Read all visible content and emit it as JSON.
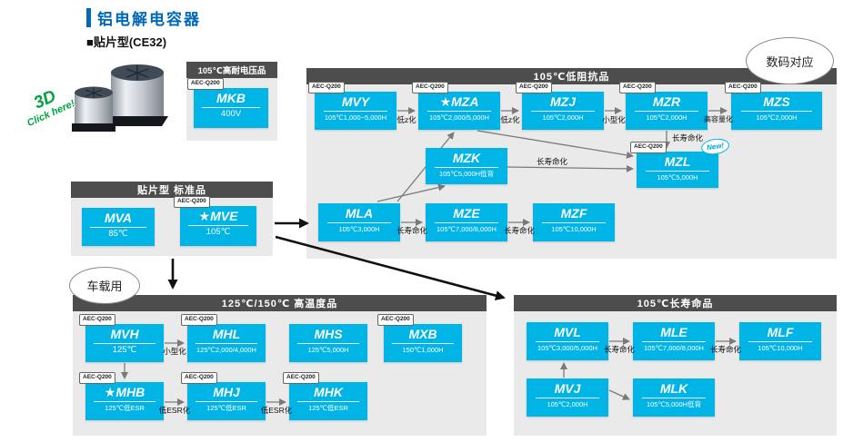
{
  "page": {
    "title": "铝电解电容器",
    "subtitle": "■贴片型(CE32)"
  },
  "badges": {
    "aec_q200": "AEC-Q200",
    "new": "New!"
  },
  "bubbles": {
    "digital": "数码对应",
    "automotive": "车载用"
  },
  "promo_3d": {
    "line1": "3D",
    "line2": "Click here!"
  },
  "arrow_labels": {
    "low_z": "低z化",
    "miniaturization": "小型化",
    "high_capacity": "高容量化",
    "long_life": "长寿命化",
    "low_esr": "低ESR化"
  },
  "colors": {
    "accent_blue": "#0068b7",
    "product_cyan": "#00b4e6",
    "header_gray": "#4d4d4d",
    "section_bg": "#eaeaea",
    "promo_green": "#00a33e"
  },
  "sections": {
    "high_voltage": {
      "title": "105℃高耐电压品",
      "products": {
        "mkb": {
          "model": "MKB",
          "spec": "400V"
        }
      }
    },
    "low_impedance": {
      "title": "105℃低阻抗品",
      "products": {
        "mvy": {
          "model": "MVY",
          "spec": "105℃1,000~5,000H"
        },
        "mza": {
          "model": "★MZA",
          "spec": "105℃2,000/5,000H"
        },
        "mzj": {
          "model": "MZJ",
          "spec": "105℃2,000H"
        },
        "mzr": {
          "model": "MZR",
          "spec": "105℃2,000H"
        },
        "mzs": {
          "model": "MZS",
          "spec": "105℃2,000H"
        },
        "mzk": {
          "model": "MZK",
          "spec": "105℃5,000H低背"
        },
        "mzl": {
          "model": "MZL",
          "spec": "105℃5,000H"
        },
        "mla": {
          "model": "MLA",
          "spec": "105℃3,000H"
        },
        "mze": {
          "model": "MZE",
          "spec": "105℃7,000/8,000H"
        },
        "mzf": {
          "model": "MZF",
          "spec": "105℃10,000H"
        }
      }
    },
    "standard": {
      "title": "贴片型 标准品",
      "products": {
        "mva": {
          "model": "MVA",
          "spec": "85℃"
        },
        "mve": {
          "model": "★MVE",
          "spec": "105℃"
        }
      }
    },
    "high_temp": {
      "title": "125℃/150℃ 高温度品",
      "products": {
        "mvh": {
          "model": "MVH",
          "spec": "125℃"
        },
        "mhl": {
          "model": "MHL",
          "spec": "125℃2,000/4,000H"
        },
        "mhs": {
          "model": "MHS",
          "spec": "125℃5,000H"
        },
        "mxb": {
          "model": "MXB",
          "spec": "150℃1,000H"
        },
        "mhb": {
          "model": "★MHB",
          "spec": "125℃低ESR"
        },
        "mhj": {
          "model": "MHJ",
          "spec": "125℃低ESR"
        },
        "mhk": {
          "model": "MHK",
          "spec": "125℃低ESR"
        }
      }
    },
    "long_life": {
      "title": "105℃长寿命品",
      "products": {
        "mvl": {
          "model": "MVL",
          "spec": "105℃3,000/5,000H"
        },
        "mle": {
          "model": "MLE",
          "spec": "105℃7,000/8,000H"
        },
        "mlf": {
          "model": "MLF",
          "spec": "105℃10,000H"
        },
        "mvj": {
          "model": "MVJ",
          "spec": "105℃2,000H"
        },
        "mlk": {
          "model": "MLK",
          "spec": "105℃5,000H低背"
        }
      }
    }
  }
}
